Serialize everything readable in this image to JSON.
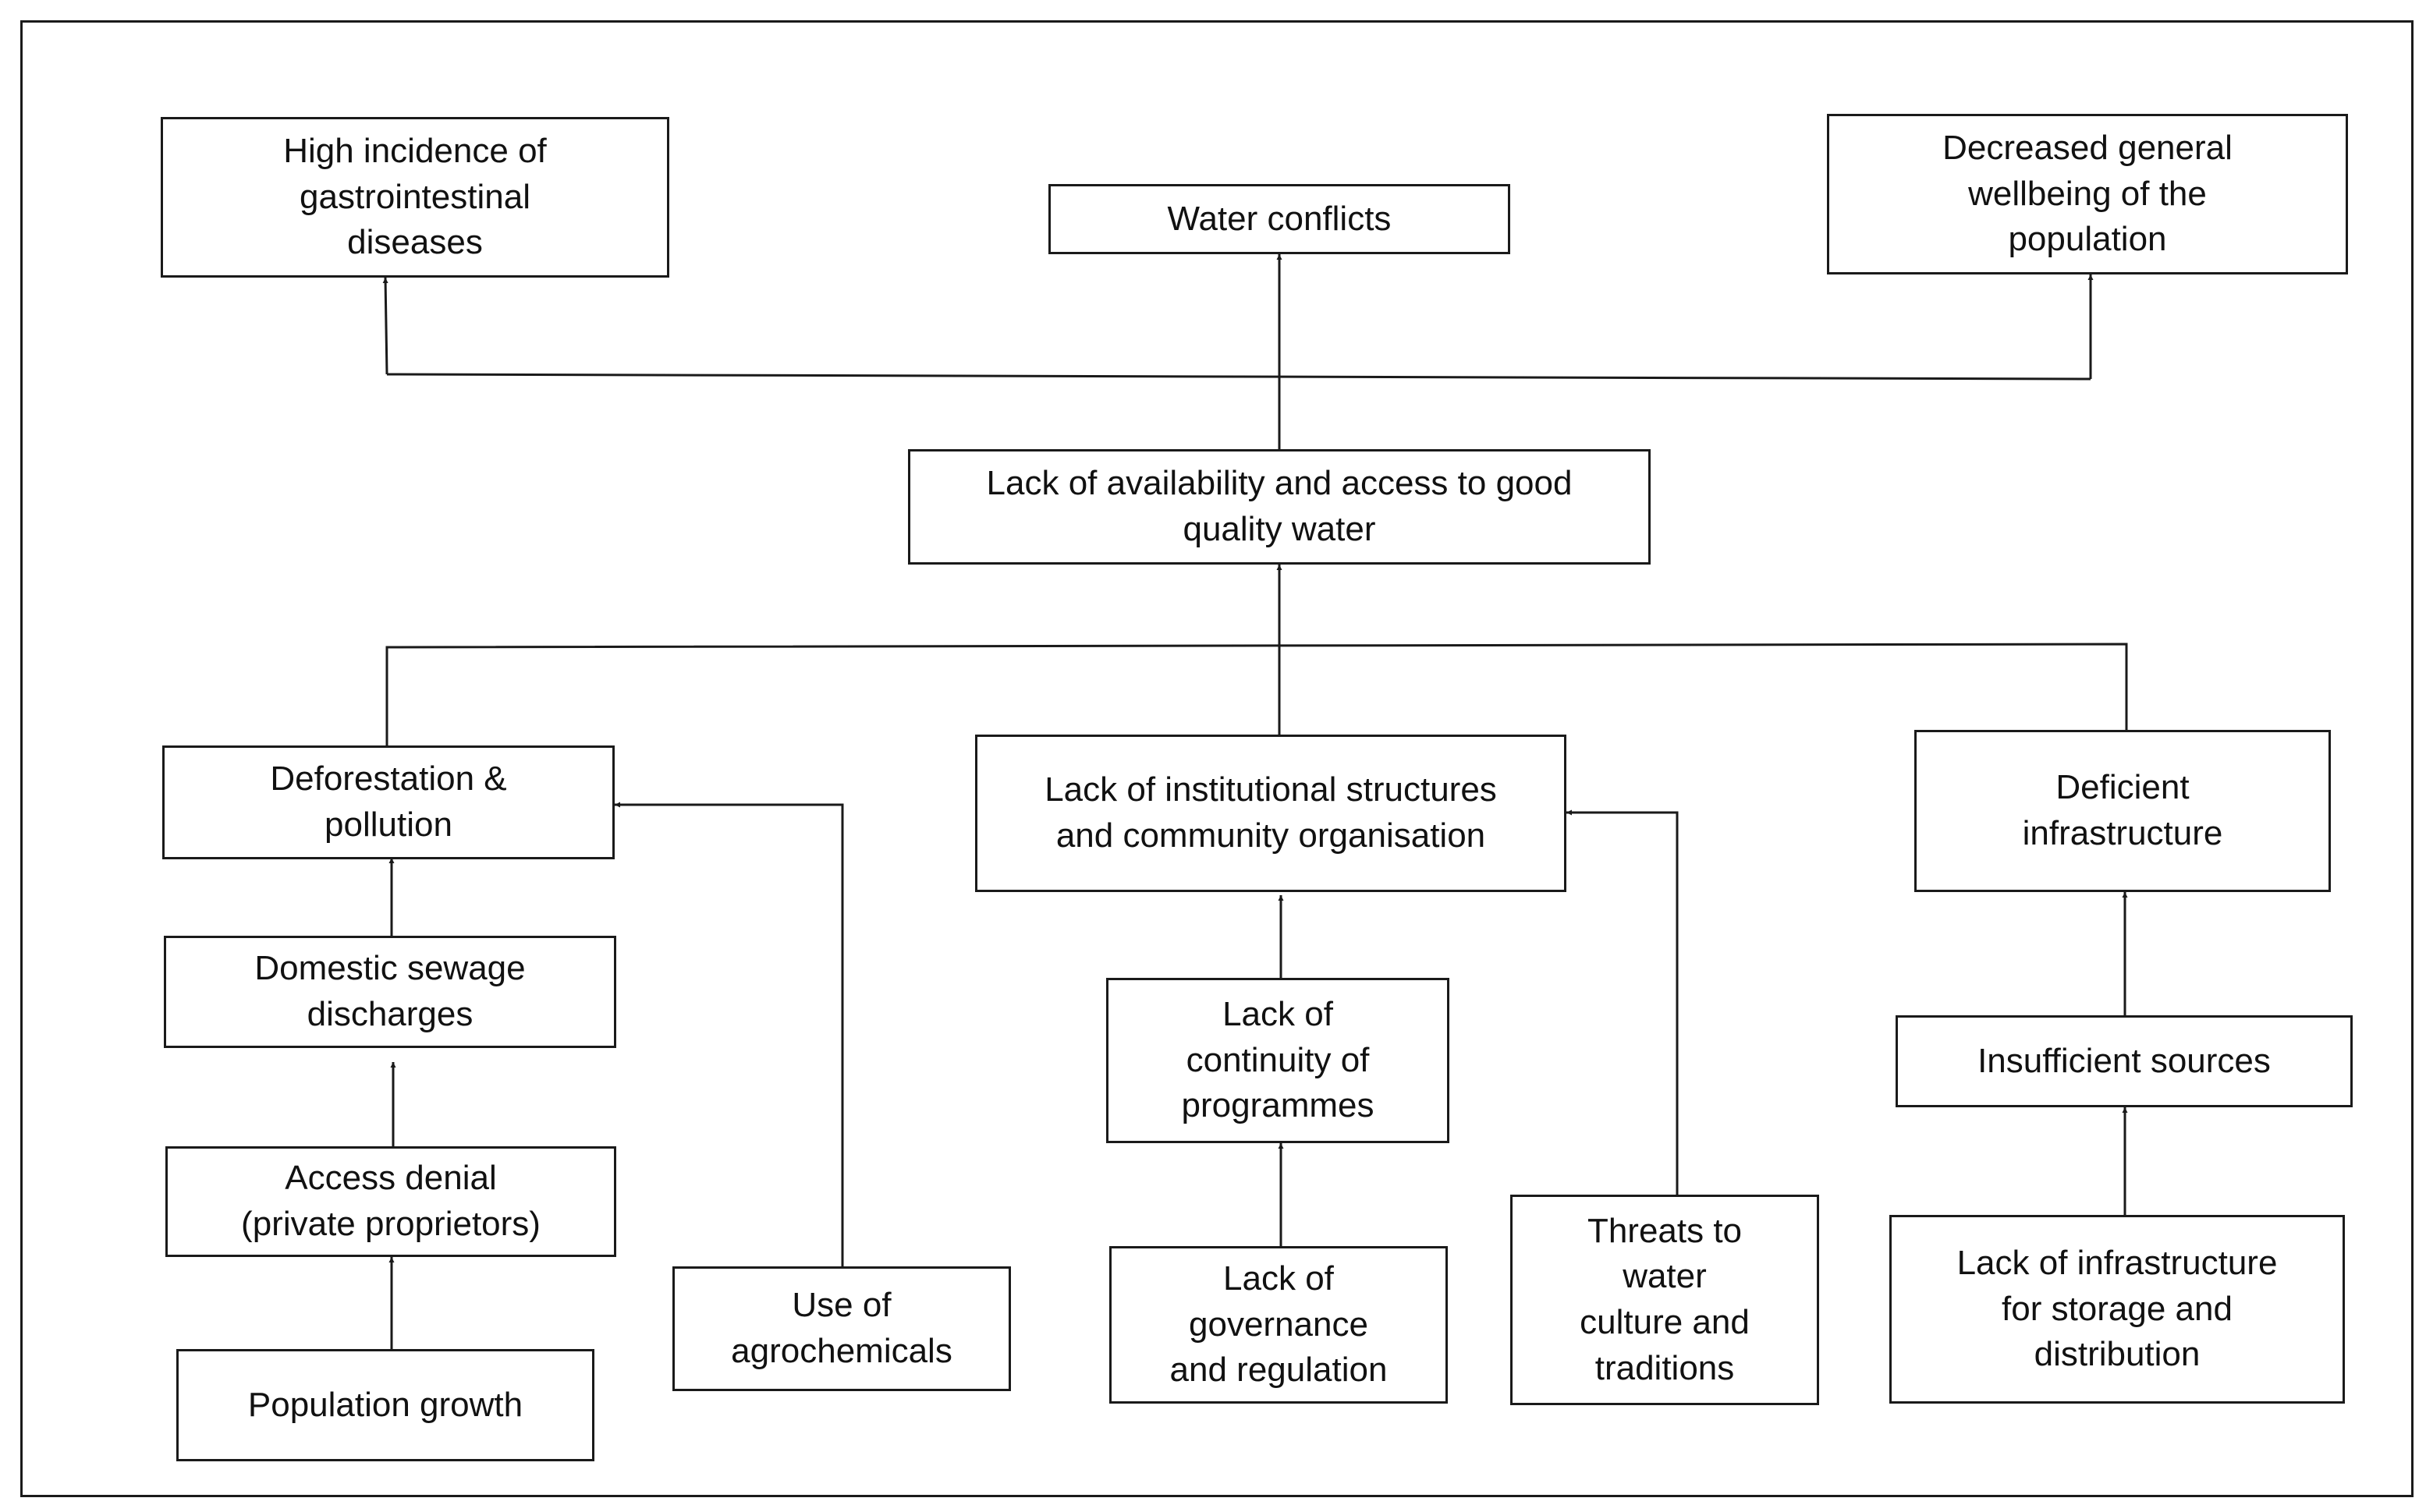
{
  "colors": {
    "line": "#1a1a1a",
    "box_fill": "#ffffff",
    "text": "#111111"
  },
  "diagram": {
    "effects": {
      "gastro": "High incidence of\ngastrointestinal\ndiseases",
      "conflicts": "Water conflicts",
      "wellbeing": "Decreased general\nwellbeing of the\npopulation"
    },
    "core_problem": "Lack of availability and access to good\nquality water",
    "causes": {
      "deforestation": "Deforestation &\npollution",
      "institutional": "Lack of institutional structures\nand community organisation",
      "infrastructure": "Deficient\ninfrastructure",
      "sewage": "Domestic sewage\ndischarges",
      "access_denial": "Access denial\n(private proprietors)",
      "population": "Population growth",
      "agrochemicals": "Use of\nagrochemicals",
      "continuity": "Lack of\ncontinuity of\nprogrammes",
      "governance": "Lack of\ngovernance\nand regulation",
      "threats": "Threats to\nwater\nculture and\ntraditions",
      "insufficient": "Insufficient sources",
      "storage": "Lack of infrastructure\nfor storage and\ndistribution"
    }
  }
}
